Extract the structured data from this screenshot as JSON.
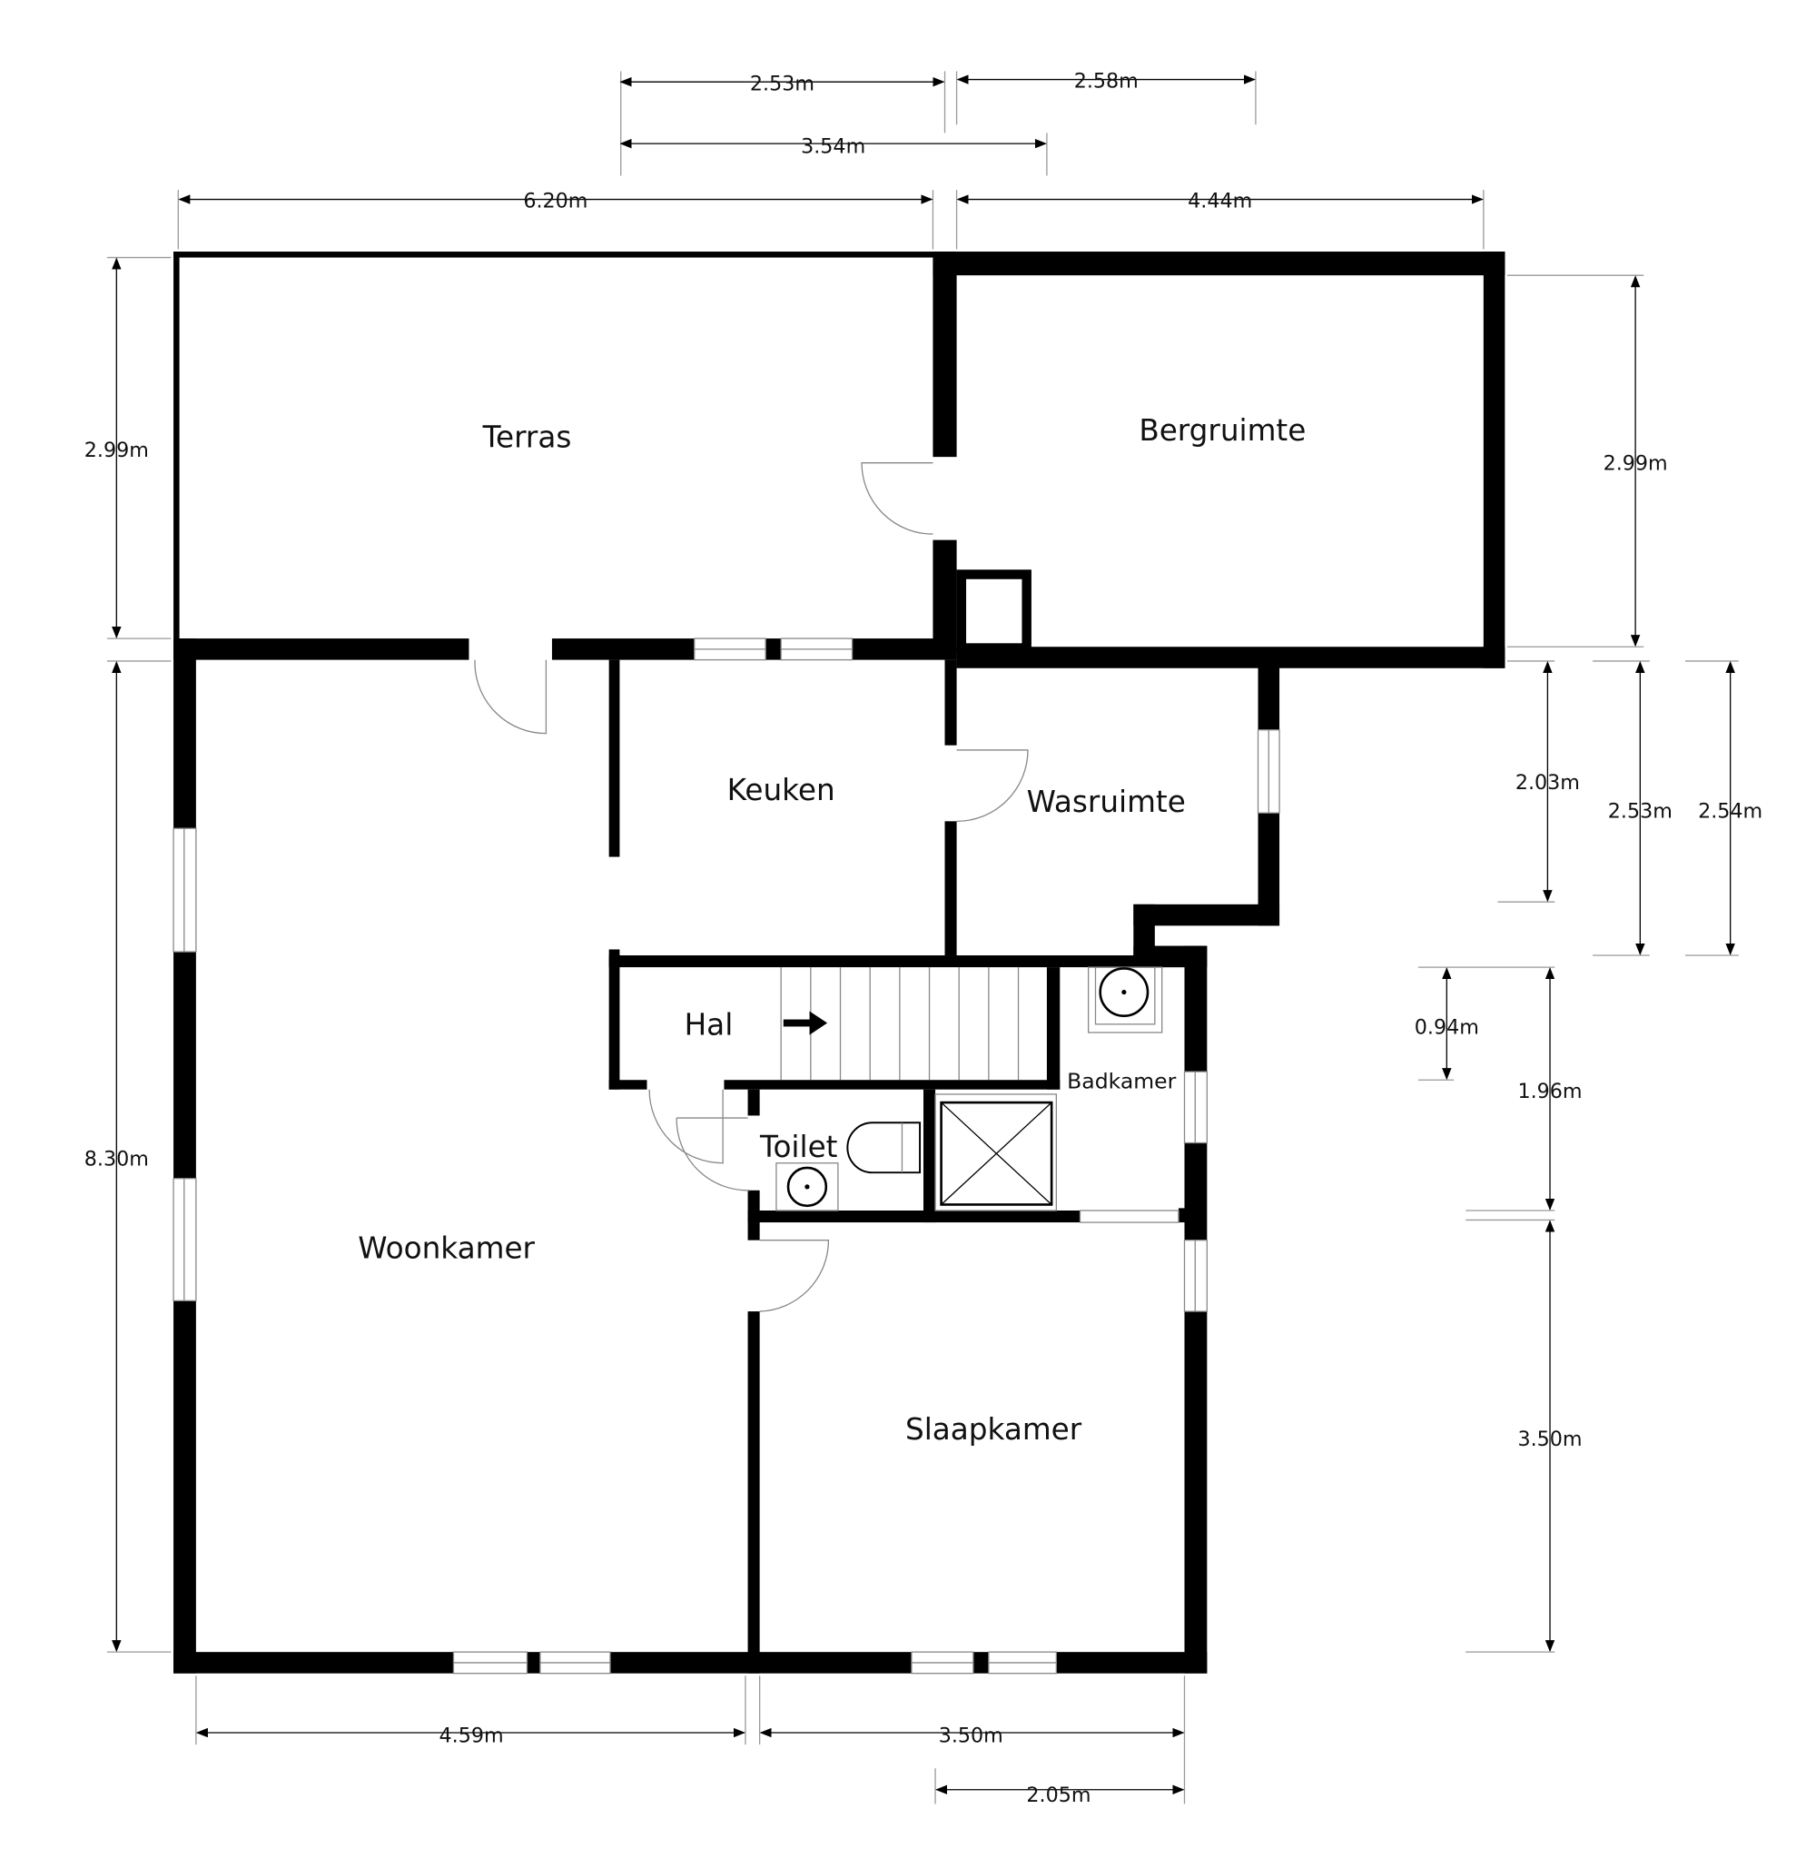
{
  "rooms": {
    "terras": "Terras",
    "bergruimte": "Bergruimte",
    "keuken": "Keuken",
    "wasruimte": "Wasruimte",
    "hal": "Hal",
    "toilet": "Toilet",
    "badkamer": "Badkamer",
    "woonkamer": "Woonkamer",
    "slaapkamer": "Slaapkamer"
  },
  "dimensions": {
    "top_2_53": "2.53m",
    "top_2_58": "2.58m",
    "top_3_54": "3.54m",
    "top_6_20": "6.20m",
    "top_4_44": "4.44m",
    "left_2_99": "2.99m",
    "left_8_30": "8.30m",
    "right_2_99": "2.99m",
    "right_2_03": "2.03m",
    "right_2_53": "2.53m",
    "right_2_54": "2.54m",
    "right_0_94": "0.94m",
    "right_1_96": "1.96m",
    "right_3_50": "3.50m",
    "bottom_4_59": "4.59m",
    "bottom_3_50": "3.50m",
    "bottom_2_05": "2.05m"
  }
}
